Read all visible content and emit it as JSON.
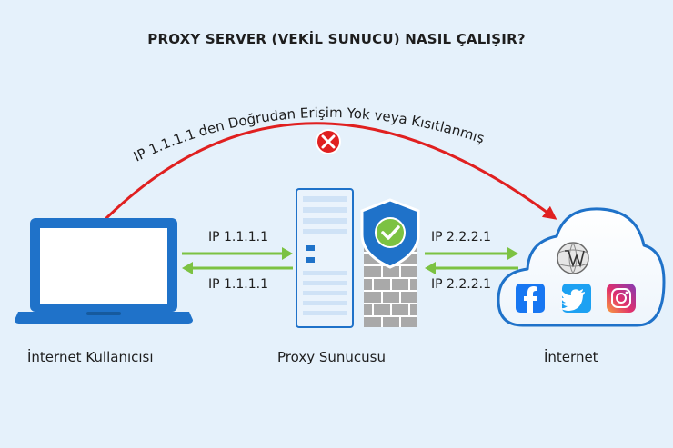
{
  "title": "PROXY SERVER (VEKİL SUNUCU) NASIL ÇALIŞIR?",
  "arc_text": "IP 1.1.1.1 den Doğrudan Erişim Yok veya Kısıtlanmış",
  "nodes": {
    "user": "İnternet Kullanıcısı",
    "proxy": "Proxy Sunucusu",
    "internet": "İnternet"
  },
  "links": {
    "user_to_proxy": "IP 1.1.1.1",
    "proxy_to_user": "IP 1.1.1.1",
    "proxy_to_internet": "IP 2.2.2.1",
    "internet_to_proxy": "IP 2.2.2.1"
  },
  "icons": [
    "laptop-icon",
    "server-icon",
    "firewall-icon",
    "shield-check-icon",
    "cloud-icon",
    "wikipedia-icon",
    "facebook-icon",
    "twitter-icon",
    "instagram-icon",
    "blocked-x-icon"
  ],
  "colors": {
    "background": "#e5f1fb",
    "blocked_arc": "#e02020",
    "traffic_arrow": "#7cc242",
    "device_blue": "#1f72c9"
  }
}
